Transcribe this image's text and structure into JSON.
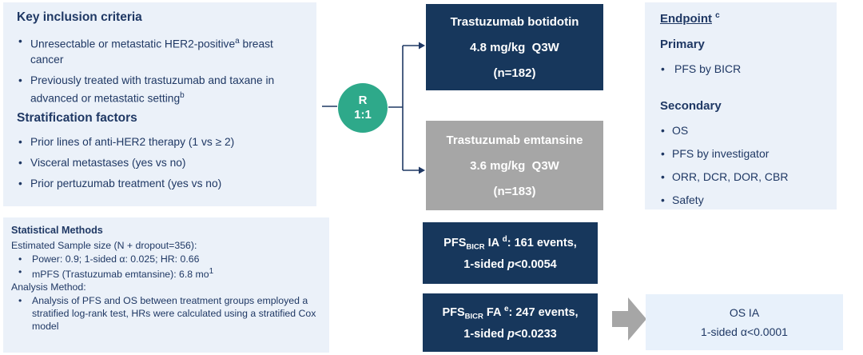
{
  "ui": {
    "bullet": "•"
  },
  "colors": {
    "navy_box": "#17375C",
    "text_navy": "#1F3864",
    "gray_box": "#A6A6A6",
    "green_circle": "#2EA98A",
    "panel_bg": "#EBF1F9",
    "light_blue_box": "#E8F1FB"
  },
  "inclusion": {
    "title": "Key inclusion criteria",
    "bullets": [
      {
        "text": "Unresectable or metastatic HER2-positive",
        "sup": "a",
        "tail": " breast cancer"
      },
      {
        "text": "Previously treated with trastuzumab and taxane in advanced or metastatic setting",
        "sup": "b",
        "tail": ""
      }
    ],
    "strat_title": "Stratification factors",
    "strat_bullets": [
      "Prior lines of anti-HER2 therapy (1 vs ≥ 2)",
      "Visceral metastases (yes vs no)",
      "Prior pertuzumab treatment (yes vs no)"
    ]
  },
  "stats": {
    "title": "Statistical Methods",
    "intro1": "Estimated Sample size (N + dropout=356):",
    "bullet1": "Power: 0.9; 1-sided α: 0.025; HR: 0.66",
    "bullet2_text": "mPFS (Trastuzumab emtansine): 6.8 mo",
    "bullet2_sup": "1",
    "intro2": "Analysis Method:",
    "bullet3": "Analysis of PFS and OS between treatment groups employed a stratified log-rank test, HRs were calculated using a stratified Cox model"
  },
  "randomization": {
    "letter": "R",
    "ratio": "1:1"
  },
  "arm_top": {
    "name": "Trastuzumab botidotin",
    "dose": "4.8 mg/kg  Q3W",
    "n": "(n=182)"
  },
  "arm_bottom": {
    "name": "Trastuzumab emtansine",
    "dose": "3.6 mg/kg  Q3W",
    "n": "(n=183)"
  },
  "ia_box": {
    "pfs": "PFS",
    "sub": "BICR",
    "label": " IA ",
    "sup": "d",
    "events": ": 161 events,",
    "line2_pre": "1-sided ",
    "p": "p",
    "line2_post": "<0.0054"
  },
  "fa_box": {
    "pfs": "PFS",
    "sub": "BICR",
    "label": " FA ",
    "sup": "e",
    "events": ": 247 events,",
    "line2_pre": "1-sided ",
    "p": "p",
    "line2_post": "<0.0233"
  },
  "endpoint": {
    "title": "Endpoint",
    "title_sup": "c",
    "primary_label": "Primary",
    "primary_bullets": [
      "PFS by BICR"
    ],
    "secondary_label": "Secondary",
    "secondary_bullets": [
      "OS",
      "PFS by investigator",
      "ORR, DCR, DOR, CBR",
      "Safety"
    ]
  },
  "os_box": {
    "line1": "OS IA",
    "line2": "1-sided α<0.0001"
  }
}
